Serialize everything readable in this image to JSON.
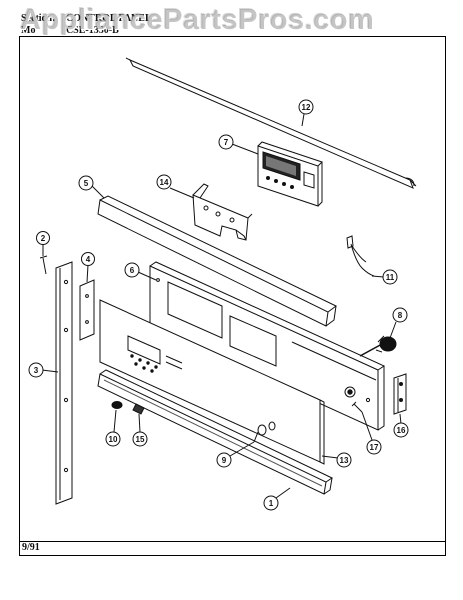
{
  "header": {
    "section_label": "Section:",
    "section_title": "CONTROL PANEL",
    "model_label": "Mo",
    "model_number": "CSE-1330-B"
  },
  "watermark": "AppliancePartsPros.com",
  "footer": {
    "date": "9/91"
  },
  "callouts": [
    "1",
    "2",
    "3",
    "4",
    "5",
    "6",
    "7",
    "8",
    "9",
    "10",
    "11",
    "12",
    "13",
    "14",
    "15",
    "16",
    "17"
  ]
}
